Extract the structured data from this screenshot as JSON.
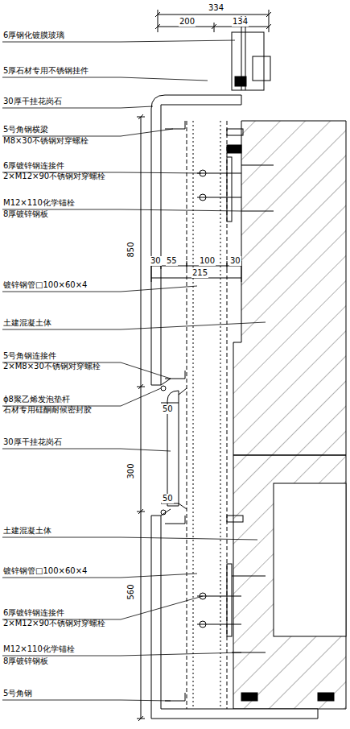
{
  "diagram": {
    "labels": [
      "334",
      "200",
      "134",
      "6厚钢化镀膜玻璃",
      "5厚石材专用不锈钢挂件",
      "30厚干挂花岗石",
      "5号角钢横梁",
      "M8×30不锈钢对穿螺栓",
      "6厚镀锌钢连接件",
      "2×M12×90不锈钢对穿螺栓",
      "M12×110化学锚栓",
      "8厚镀锌钢板",
      "850",
      "30",
      "55",
      "100",
      "30",
      "215",
      "镀锌钢管□100×60×4",
      "土建混凝土体",
      "5号角钢连接件",
      "2×M8×30不锈钢对穿螺栓",
      "ϕ8聚乙烯发泡垫杆",
      "石材专用硅酮耐候密封胶",
      "50",
      "30厚干挂花岗石",
      "300",
      "50",
      "土建混凝土体",
      "镀锌钢管□100×60×4",
      "6厚镀锌钢连接件",
      "2×M12×90不锈钢对穿螺栓",
      "560",
      "M12×110化学锚栓",
      "8厚镀锌钢板",
      "5号角钢"
    ]
  }
}
